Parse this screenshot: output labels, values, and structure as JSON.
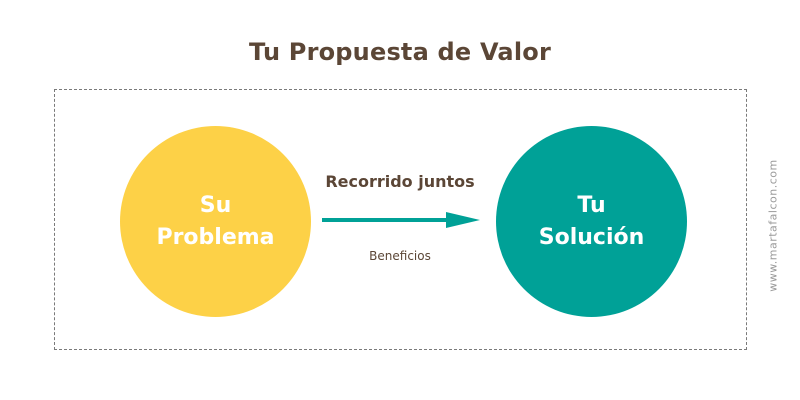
{
  "title": "Tu Propuesta de Valor",
  "problem": {
    "label": "Su\nProblema",
    "color": "#fdd147"
  },
  "solution": {
    "label": "Tu\nSolución",
    "color": "#00a197"
  },
  "connector": {
    "top_label": "Recorrido juntos",
    "bottom_label": "Beneficios",
    "arrow_color": "#00a197"
  },
  "watermark": "www.martafalcon.com",
  "colors": {
    "title_text": "#5b4636",
    "frame_border": "#7a7a7a"
  }
}
